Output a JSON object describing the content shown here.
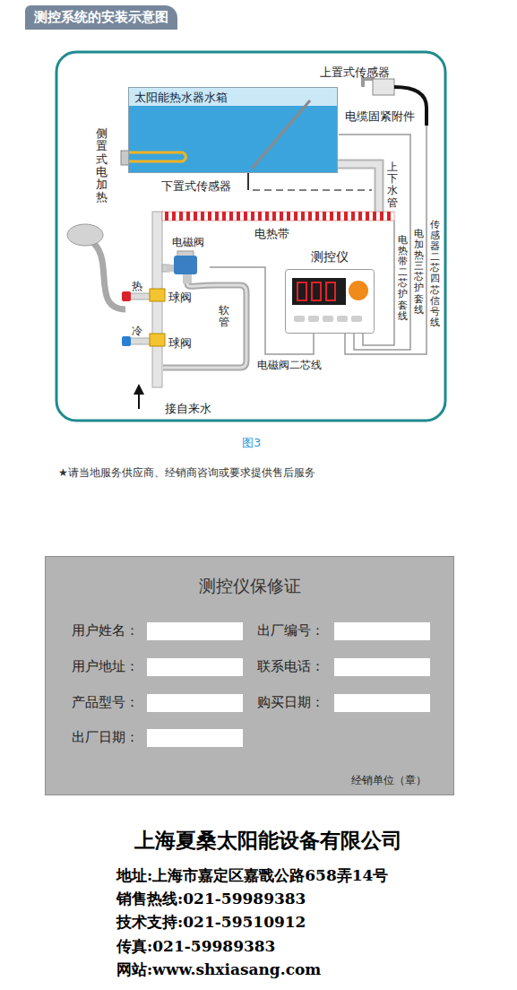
{
  "diagram": {
    "title": "测控系统的安装示意图",
    "caption": "图3",
    "nodes": [
      {
        "text": [
          "太阳能热水器水箱"
        ]
      },
      {
        "text": [
          "电磁阀"
        ]
      },
      {
        "text": [
          "测控仪"
        ]
      },
      {
        "text": [
          "测控仪保修证"
        ]
      }
    ],
    "edges": [
      {
        "from": 1,
        "to": 2,
        "arrow": "none",
        "label": "电磁阀二芯线"
      }
    ],
    "labels": [
      "上置式传感器",
      "电缆固紧附件",
      "侧置式电加热",
      "下置式传感器",
      "上下水管",
      "电热带",
      "电热带二芯护套线",
      "电加热三芯护套线",
      "传感器二芯四芯信号线",
      "热",
      "球阀",
      "冷",
      "球阀",
      "软管",
      "接自来水",
      "★请当地服务供应商、经销商咨询或要求提供售后服务",
      "用户姓名：",
      "出厂编号：",
      "用户地址：",
      "联系电话：",
      "产品型号：",
      "购买日期：",
      "出厂日期：",
      "经销单位（章）",
      "上海夏桑太阳能设备有限公司",
      "地址:上海市嘉定区嘉戬公路658弄14号",
      "销售热线:021-59989383",
      "技术支持:021-59510912",
      "传真:021-59989383",
      "网站:www.shxiasang.com"
    ]
  }
}
